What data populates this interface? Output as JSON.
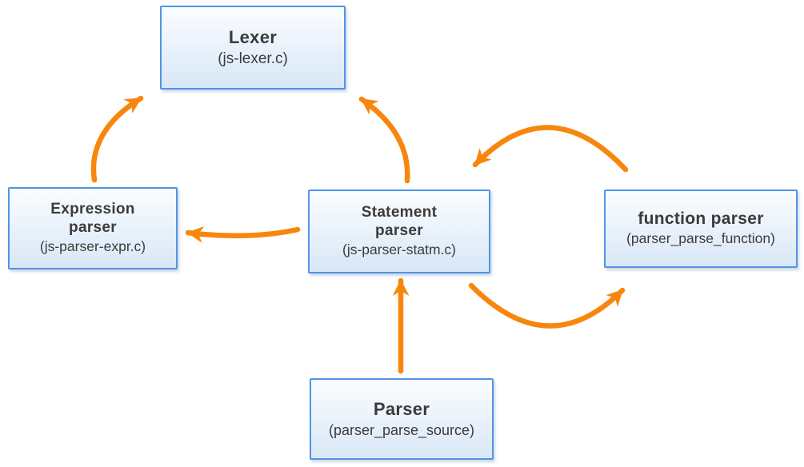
{
  "theme": {
    "arrow_color": "#F8860D",
    "box_border": "#4F94E9",
    "box_fill_top": "#FBFDFF",
    "box_fill_bottom": "#D8E7F7",
    "text_color": "#3B3B3B",
    "canvas_bg": "#FFFFFF"
  },
  "nodes": {
    "lexer": {
      "title": "Lexer",
      "subtitle": "(js-lexer.c)"
    },
    "expression": {
      "title": "Expression parser",
      "subtitle": "(js-parser-expr.c)"
    },
    "statement": {
      "title": "Statement parser",
      "subtitle": "(js-parser-statm.c)"
    },
    "function": {
      "title": "function parser",
      "subtitle": "(parser_parse_function)"
    },
    "parser": {
      "title": "Parser",
      "subtitle": "(parser_parse_source)"
    }
  },
  "edges": [
    {
      "from": "expression-parser",
      "to": "lexer",
      "shape": "curve-up-right"
    },
    {
      "from": "statement-parser",
      "to": "lexer",
      "shape": "curve-up-left"
    },
    {
      "from": "statement-parser",
      "to": "expression-parser",
      "shape": "gentle-curve-left"
    },
    {
      "from": "function-parser",
      "to": "statement-parser",
      "shape": "arc-over-top"
    },
    {
      "from": "statement-parser",
      "to": "function-parser",
      "shape": "arc-under-bottom"
    },
    {
      "from": "parser",
      "to": "statement-parser",
      "shape": "straight-up"
    }
  ]
}
